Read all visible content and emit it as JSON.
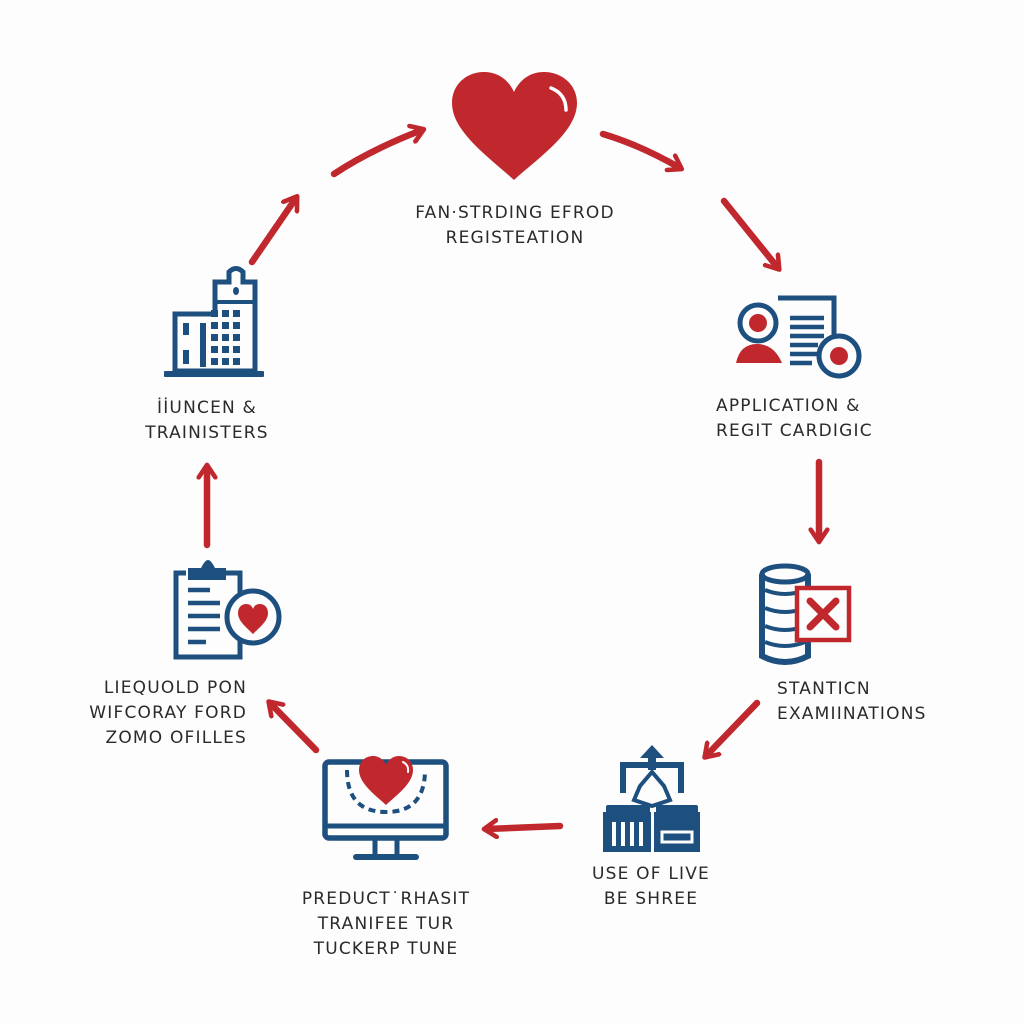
{
  "title": "Cycle diagram",
  "colors": {
    "accent_red": "#c0282d",
    "navy": "#1d4f7f",
    "text": "#2a2a2a",
    "background": "#fdfdfd"
  },
  "steps": [
    {
      "id": "step-1",
      "icon": "heart-icon",
      "lines": [
        "FAN·STRDING EFROD",
        "REGISTEATION"
      ]
    },
    {
      "id": "step-2",
      "icon": "application-profiles-icon",
      "lines": [
        "APPLICATION &",
        "REGIT CARDIGIC"
      ]
    },
    {
      "id": "step-3",
      "icon": "database-reject-icon",
      "lines": [
        "STANTICN",
        "EXAMIINATIONS"
      ]
    },
    {
      "id": "step-4",
      "icon": "transfer-machine-icon",
      "lines": [
        "USE OF LIVE",
        "BE SHREE"
      ]
    },
    {
      "id": "step-5",
      "icon": "monitor-heart-icon",
      "lines": [
        "PREDUCT˙RHASIT",
        "TRANIFEE TUR",
        "TUCKERP TUNE"
      ]
    },
    {
      "id": "step-6",
      "icon": "clipboard-heart-icon",
      "lines": [
        "LIEQUOLD PON",
        "WIFCORAY FORD",
        "ZOMO OFILLES"
      ]
    },
    {
      "id": "step-7",
      "icon": "hospital-building-icon",
      "lines": [
        "İİUNCEN &",
        "TRAINISTERS"
      ]
    }
  ]
}
